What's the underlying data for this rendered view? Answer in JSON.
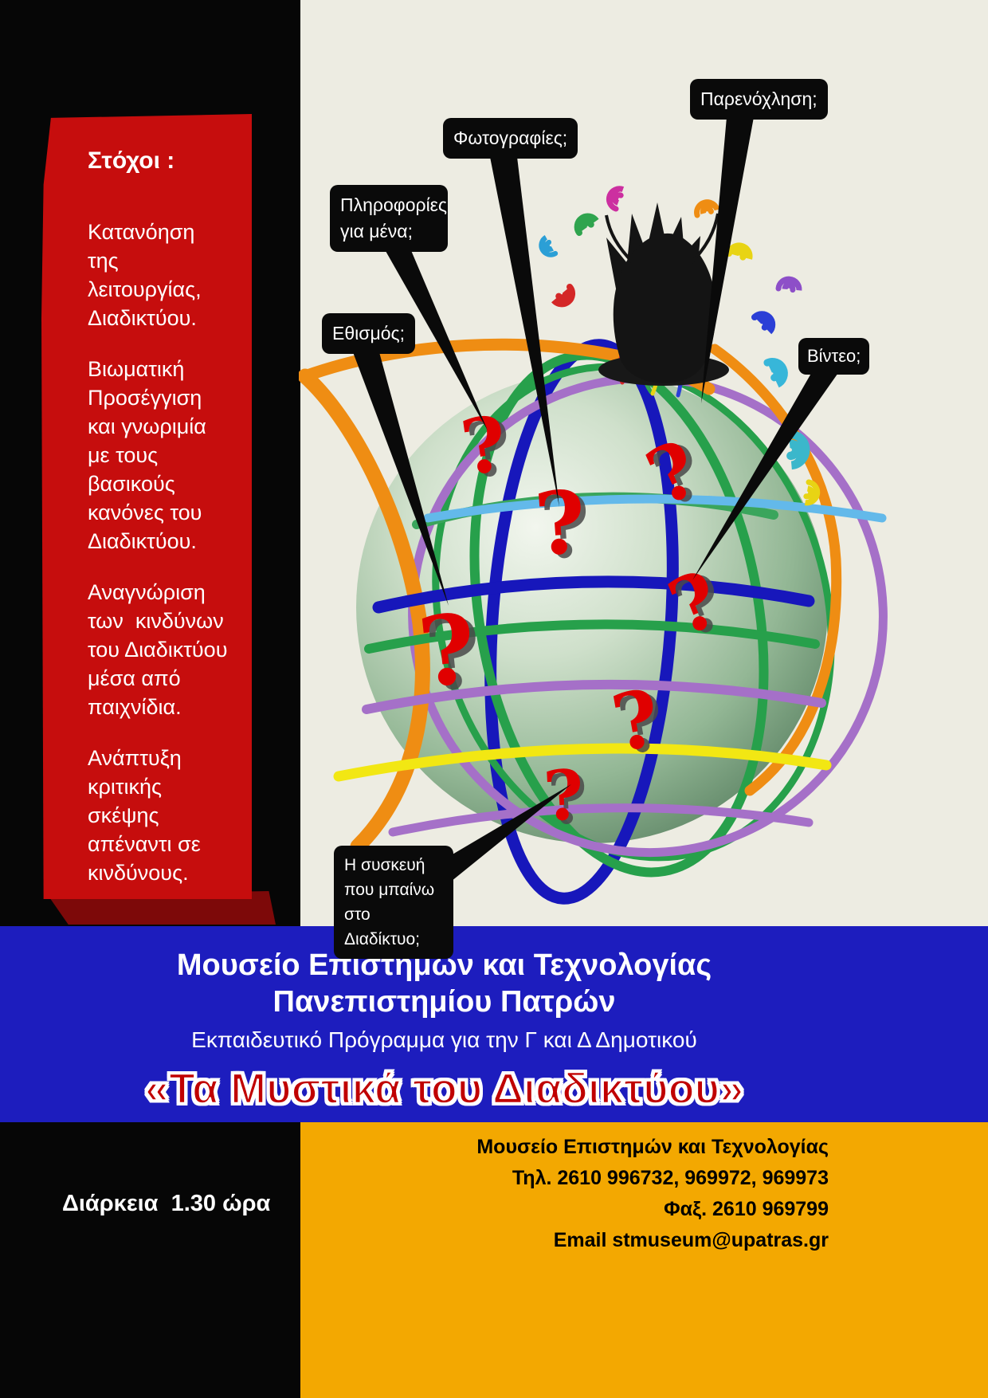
{
  "goals": {
    "title": "Στόχοι :",
    "paragraphs": [
      "Κατανόηση της λειτουργίας, Διαδικτύου.",
      "Βιωματική Προσέγγιση και γνωριμία με τους βασικούς κανόνες του Διαδικτύου.",
      "Αναγνώριση  των  κινδύνων του Διαδικτύου μέσα από παιχνίδια.",
      "Ανάπτυξη κριτικής σκέψης απέναντι σε κινδύνους."
    ]
  },
  "callouts": {
    "info": "Πληροφορίες για μένα;",
    "photos": "Φωτογραφίες;",
    "harassment": "Παρενόχληση;",
    "addiction": "Εθισμός;",
    "video": "Βίντεο;",
    "device": "Η συσκευή που μπαίνω  στο Διαδίκτυο;"
  },
  "globe": {
    "question_mark": "?"
  },
  "banner": {
    "museum_line1": "Μουσείο  Επιστημών και Τεχνολογίας",
    "museum_line2": "Πανεπιστημίου Πατρών",
    "program": "Εκπαιδευτικό Πρόγραμμα για την Γ και Δ Δημοτικού",
    "title": "«Τα Μυστικά του Διαδικτύου»"
  },
  "footer": {
    "duration": "Διάρκεια  1.30 ώρα",
    "museum": "Μουσείο Επιστημών και Τεχνολογίας",
    "phone": "Τηλ. 2610 996732, 969972, 969973",
    "fax": "Φαξ. 2610 969799",
    "email": "Email stmuseum@upatras.gr"
  },
  "colors": {
    "black": "#0a0a0a",
    "red_panel": "#c60d0d",
    "blue_band": "#1d1dbe",
    "orange_band": "#f3a801",
    "cream": "#edece2",
    "question_red": "#e00000"
  }
}
